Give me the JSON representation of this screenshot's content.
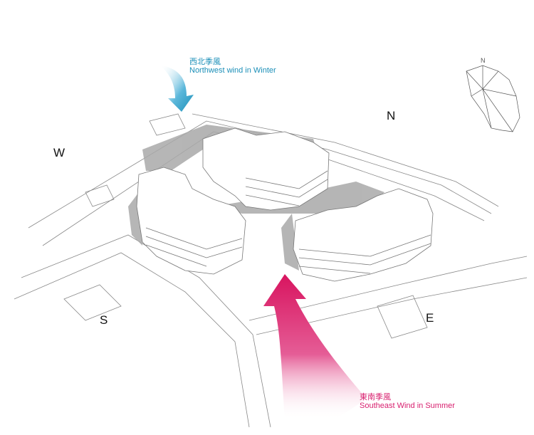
{
  "directions": {
    "west": "W",
    "north": "N",
    "south": "S",
    "east": "E"
  },
  "compass": {
    "label": "N"
  },
  "winter_wind": {
    "chinese": "西北季風",
    "english": "Northwest wind in Winter",
    "color": "#1b8fb8"
  },
  "summer_wind": {
    "chinese": "東南季風",
    "english": "Southeast Wind in Summer",
    "color": "#d8206f"
  }
}
